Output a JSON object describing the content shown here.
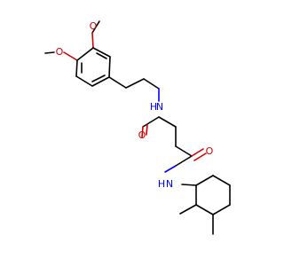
{
  "atom_labels": {
    "o_upper_methoxy": "O",
    "o_lower_methoxy": "O",
    "nh_top": "N",
    "h_top": "H",
    "o_left_amide": "O",
    "o_right_amide": "O",
    "nh_bottom": "N",
    "h_bottom": "H"
  },
  "colors": {
    "oxygen": "#d40000",
    "nitrogen": "#0000ff",
    "carbon": "#000000"
  }
}
